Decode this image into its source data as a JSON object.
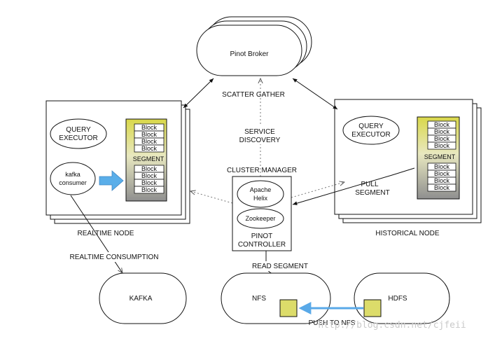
{
  "broker": {
    "label": "Pinot Broker"
  },
  "edges": {
    "scatter_gather": "SCATTER GATHER",
    "service_discovery_1": "SERVICE",
    "service_discovery_2": "DISCOVERY",
    "realtime_consumption": "REALTIME CONSUMPTION",
    "read_segment": "READ SEGMENT",
    "pull_segment_1": "PULL",
    "pull_segment_2": "SEGMENT",
    "push_to_nfs": "PUSH TO NFS"
  },
  "realtime_node": {
    "label": "REALTIME NODE",
    "query_executor_1": "QUERY",
    "query_executor_2": "EXECUTOR",
    "consumer_1": "kafka",
    "consumer_2": "consumer",
    "segment_label": "SEGMENT",
    "top_blocks": [
      "Block",
      "Block",
      "Block",
      "Block"
    ],
    "bottom_blocks": [
      "Block",
      "Block",
      "Block",
      "Block"
    ]
  },
  "historical_node": {
    "label": "HISTORICAL NODE",
    "query_executor_1": "QUERY",
    "query_executor_2": "EXECUTOR",
    "segment_label": "SEGMENT",
    "top_blocks": [
      "Block",
      "Block",
      "Block",
      "Block"
    ],
    "bottom_blocks": [
      "Block",
      "Block",
      "Block",
      "Block"
    ]
  },
  "controller": {
    "cluster_manager": "CLUSTER MANAGER",
    "helix_1": "Apache",
    "helix_2": "Helix",
    "zookeeper": "Zookeeper",
    "pinot_1": "PINOT",
    "pinot_2": "CONTROLLER"
  },
  "storage": {
    "kafka": "KAFKA",
    "nfs": "NFS",
    "hdfs": "HDFS"
  },
  "watermark": "http://blog.csdn.net/cjfeii"
}
